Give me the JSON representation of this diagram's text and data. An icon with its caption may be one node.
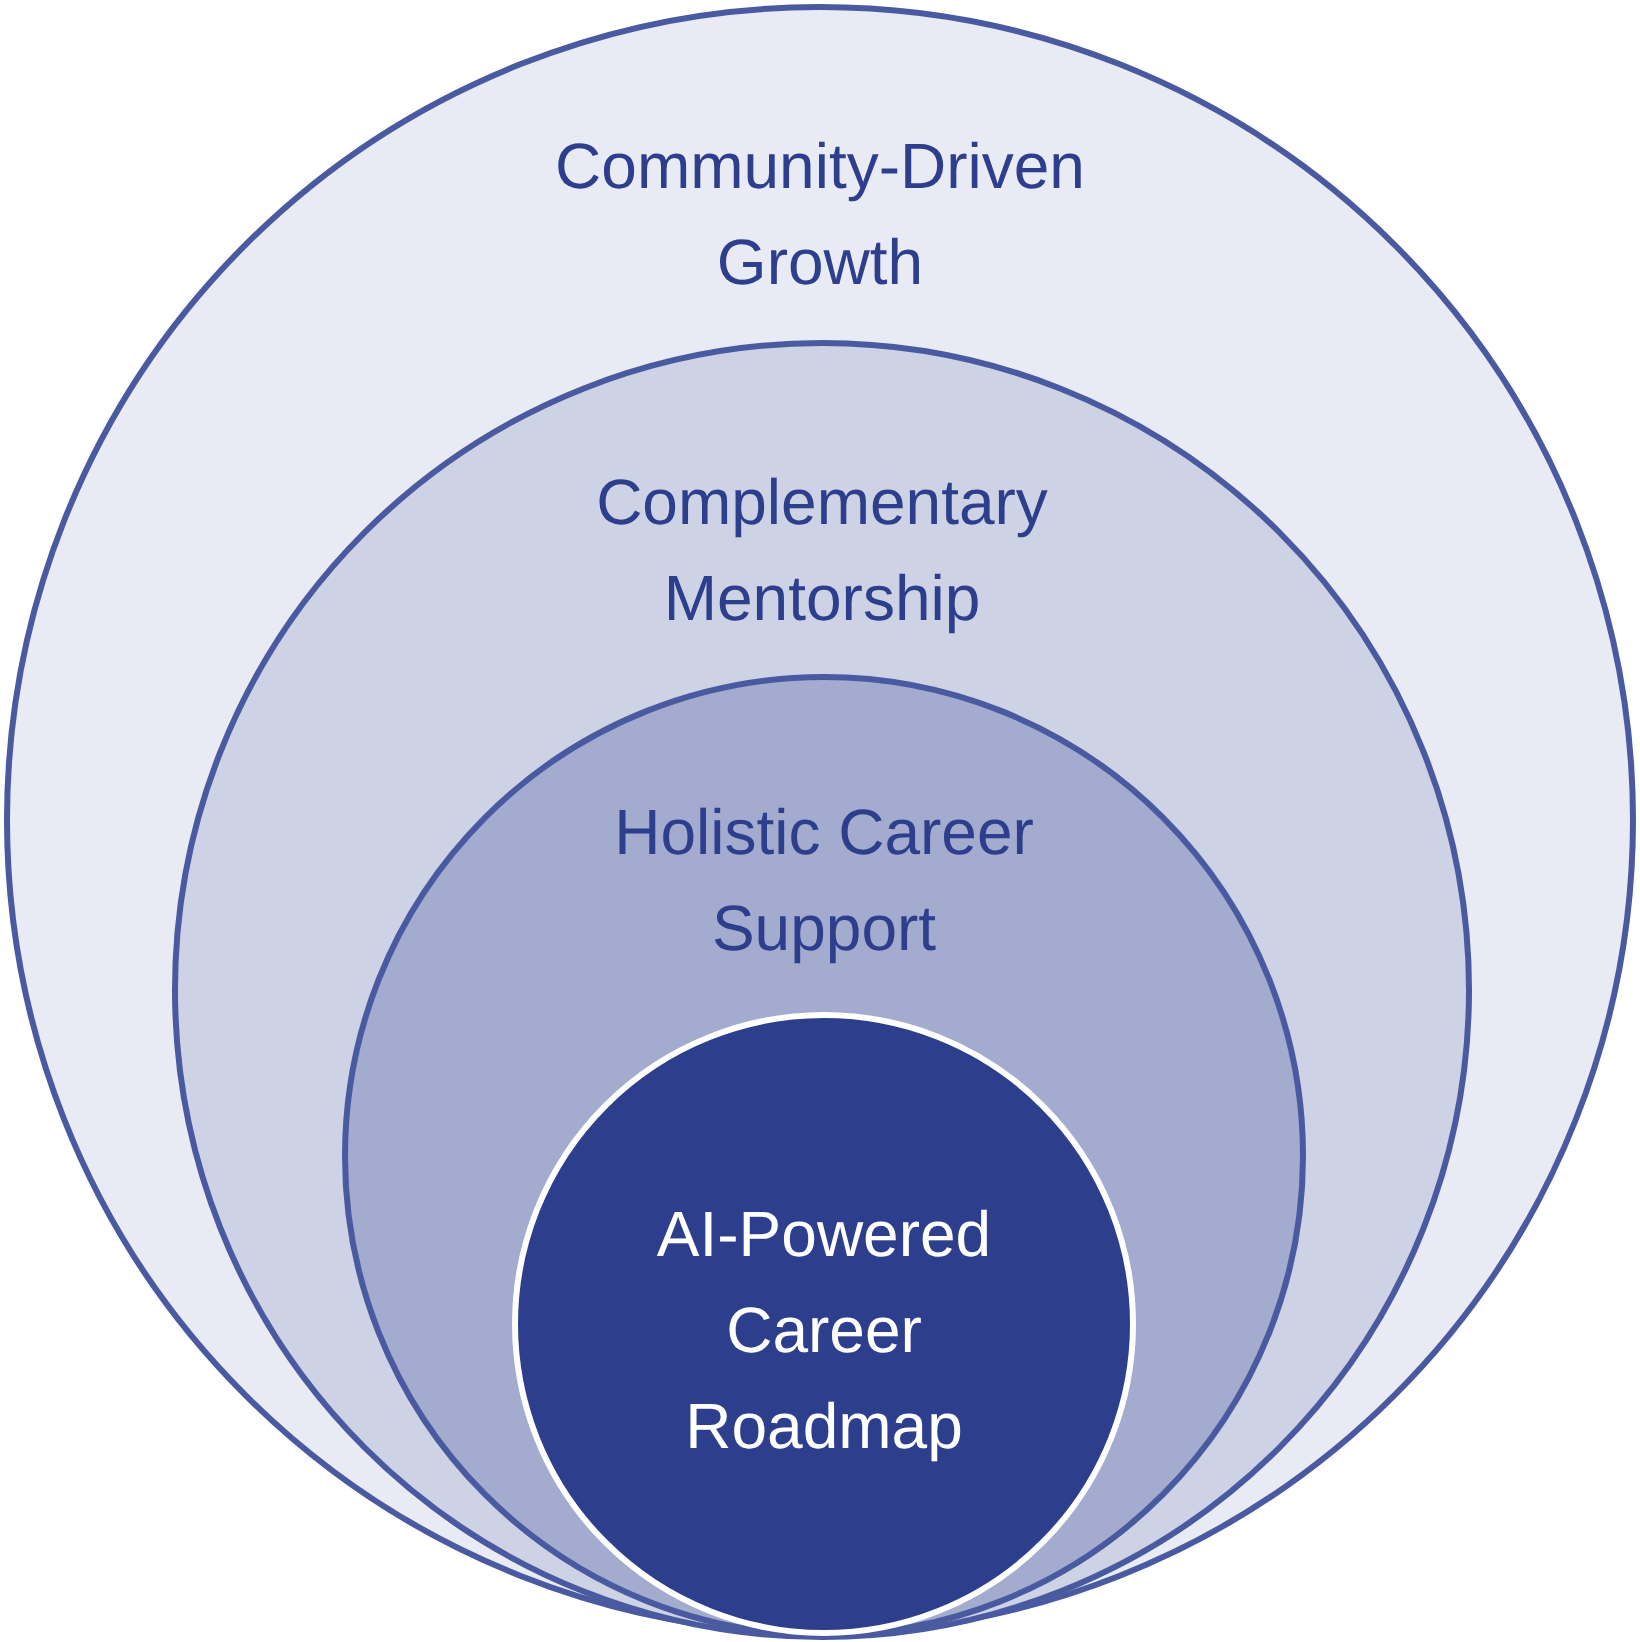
{
  "diagram": {
    "nodes": [
      {
        "text": [
          "Community-Driven Growth"
        ]
      },
      {
        "text": [
          "Complementary Mentorship"
        ],
        "in": 0
      },
      {
        "text": [
          "Holistic Career Support"
        ],
        "in": 1
      },
      {
        "text": [
          "AI-Powered Career Roadmap"
        ],
        "in": 2
      }
    ]
  }
}
